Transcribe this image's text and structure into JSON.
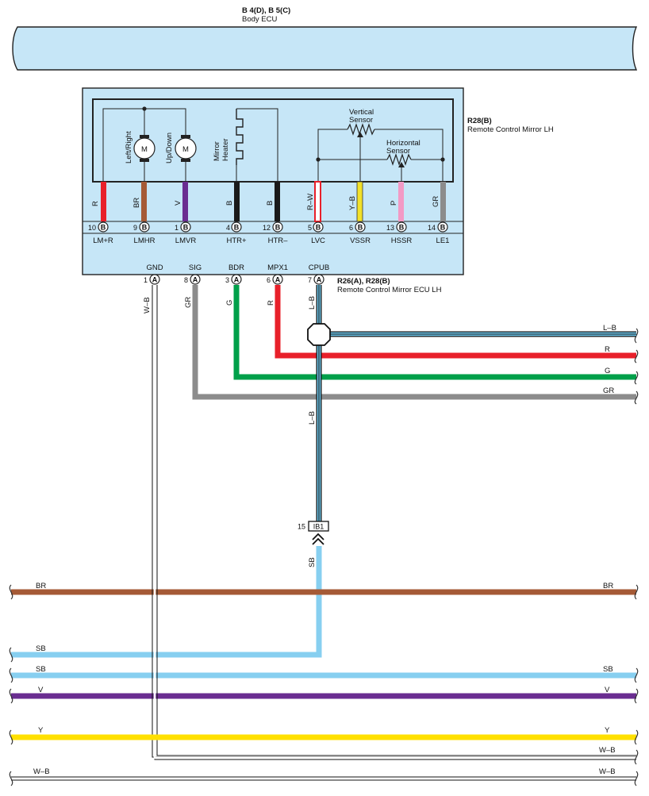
{
  "colors": {
    "R": "#e8202a",
    "BR": "#a55a36",
    "V": "#6a2d91",
    "B": "#1a1a1a",
    "RW_stripe": "#e8202a",
    "YB": "#f2e12a",
    "P": "#f29ac5",
    "GR": "#8c8c8c",
    "G": "#00a04a",
    "LB_stripe": "#6ec6ea",
    "SB": "#87cff0",
    "Y": "#ffe000",
    "box": "#c6e6f7"
  },
  "body_ecu": {
    "code": "B 4(D), B 5(C)",
    "name": "Body ECU"
  },
  "mirror": {
    "code": "R28(B)",
    "name": "Remote Control Mirror LH",
    "motor_symbol": "M",
    "motor_lr_label": "Left/Right",
    "motor_ud_label": "Up/Down",
    "heater_label": [
      "Mirror",
      "Heater"
    ],
    "vertical_sensor": [
      "Vertical",
      "Sensor"
    ],
    "horizontal_sensor": [
      "Horizontal",
      "Sensor"
    ]
  },
  "mirror_ecu": {
    "code": "R26(A), R28(B)",
    "name": "Remote Control Mirror ECU LH"
  },
  "mirror_pins": [
    {
      "num": "10",
      "conn": "B",
      "name": "LM+R",
      "wire": "R"
    },
    {
      "num": "9",
      "conn": "B",
      "name": "LMHR",
      "wire": "BR"
    },
    {
      "num": "1",
      "conn": "B",
      "name": "LMVR",
      "wire": "V"
    },
    {
      "num": "4",
      "conn": "B",
      "name": "HTR+",
      "wire": "B"
    },
    {
      "num": "12",
      "conn": "B",
      "name": "HTR–",
      "wire": "B"
    },
    {
      "num": "5",
      "conn": "B",
      "name": "LVC",
      "wire": "R–W"
    },
    {
      "num": "6",
      "conn": "B",
      "name": "VSSR",
      "wire": "Y–B"
    },
    {
      "num": "13",
      "conn": "B",
      "name": "HSSR",
      "wire": "P"
    },
    {
      "num": "14",
      "conn": "B",
      "name": "LE1",
      "wire": "GR"
    }
  ],
  "ecu_pins": [
    {
      "num": "1",
      "conn": "A",
      "name": "GND",
      "wire": "W–B"
    },
    {
      "num": "8",
      "conn": "A",
      "name": "SIG",
      "wire": "GR"
    },
    {
      "num": "3",
      "conn": "A",
      "name": "BDR",
      "wire": "G"
    },
    {
      "num": "6",
      "conn": "A",
      "name": "MPX1",
      "wire": "R"
    },
    {
      "num": "7",
      "conn": "A",
      "name": "CPUB",
      "wire": "L–B"
    }
  ],
  "junction": {
    "num": "15",
    "name": "IB1"
  },
  "wire_labels": {
    "lb_after_splice": "L–B",
    "sb_after_ib1": "SB"
  },
  "bus_right": [
    {
      "label": "L–B"
    },
    {
      "label": "R"
    },
    {
      "label": "G"
    },
    {
      "label": "GR"
    }
  ],
  "bottom_buses": [
    {
      "left": "BR",
      "right": "BR"
    },
    {
      "left": "SB",
      "right": ""
    },
    {
      "left": "SB",
      "right": "SB"
    },
    {
      "left": "V",
      "right": "V"
    },
    {
      "left": "Y",
      "right": "Y"
    },
    {
      "left": "",
      "right": "W–B"
    },
    {
      "left": "W–B",
      "right": "W–B"
    }
  ]
}
